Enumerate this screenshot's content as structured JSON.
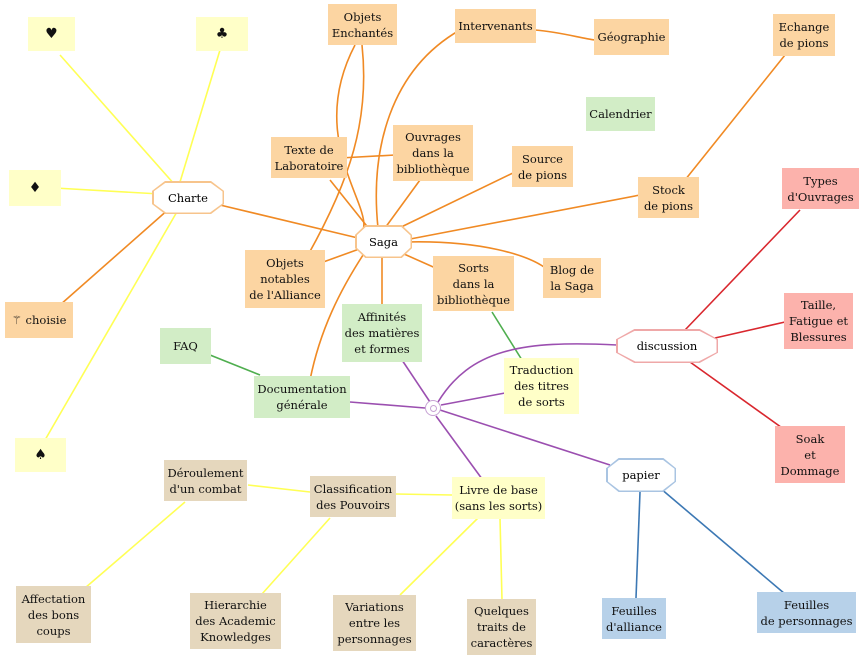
{
  "nodes": {
    "heart": "♥",
    "club": "♣",
    "diamond": "♦",
    "choisie": "⚚ choisie",
    "spade": "♠",
    "charte": "Charte",
    "saga": "Saga",
    "objets_enchantes": "Objets\nEnchantés",
    "intervenants": "Intervenants",
    "geographie": "Géographie",
    "echange_pions": "Echange\nde pions",
    "calendrier": "Calendrier",
    "texte_labo": "Texte de\nLaboratoire",
    "ouvrages_biblio": "Ouvrages\ndans la\nbibliothèque",
    "source_pions": "Source\nde pions",
    "stock_pions": "Stock\nde pions",
    "types_ouvrages": "Types\nd'Ouvrages",
    "objets_notables": "Objets\nnotables\nde l'Alliance",
    "sorts_biblio": "Sorts\ndans la\nbibliothèque",
    "blog_saga": "Blog de\nla Saga",
    "affinites": "Affinités\ndes matières\net formes",
    "faq": "FAQ",
    "documentation": "Documentation\ngénérale",
    "traduction": "Traduction\ndes titres\nde sorts",
    "discussion": "discussion",
    "taille": "Taille,\nFatigue et\nBlessures",
    "soak": "Soak\net\nDommage",
    "papier": "papier",
    "deroulement": "Déroulement\nd'un combat",
    "classification": "Classification\ndes Pouvoirs",
    "livre_base": "Livre de base\n(sans les sorts)",
    "affectation": "Affectation\ndes bons\ncoups",
    "hierarchie": "Hierarchie\ndes Academic\nKnowledges",
    "variations": "Variations\nentre les\npersonnages",
    "quelques_traits": "Quelques\ntraits de\ncaractères",
    "feuilles_alliance": "Feuilles\nd'alliance",
    "feuilles_perso": "Feuilles\nde personnages"
  },
  "colors": {
    "orange_line": "#f08a24",
    "yellow_line": "#ffff55",
    "purple_line": "#9b4fb0",
    "green_line": "#4fae4f",
    "red_line": "#d9272e",
    "blue_line": "#3c78b4",
    "orange_border": "#f7c48c",
    "purple_border": "#efa8a8",
    "blue_border": "#a9c4e2"
  }
}
